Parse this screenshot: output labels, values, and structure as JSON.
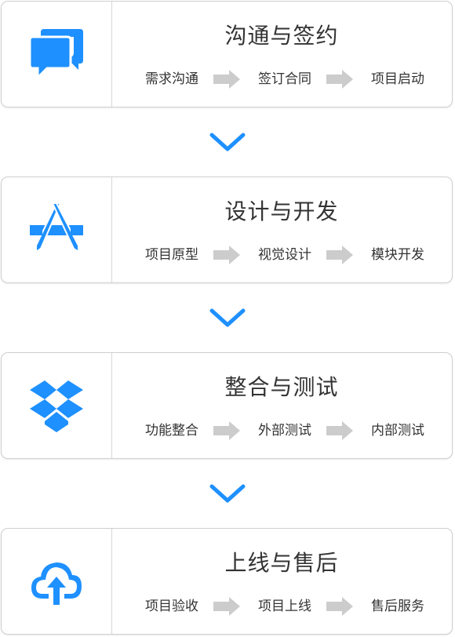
{
  "colors": {
    "accent": "#1e90ff",
    "step_arrow": "#cccccc",
    "border": "#cfcfcf",
    "text": "#333333"
  },
  "stages": [
    {
      "icon": "chat-bubbles-icon",
      "title": "沟通与签约",
      "steps": [
        "需求沟通",
        "签订合同",
        "项目启动"
      ]
    },
    {
      "icon": "app-store-icon",
      "title": "设计与开发",
      "steps": [
        "项目原型",
        "视觉设计",
        "模块开发"
      ]
    },
    {
      "icon": "dropbox-icon",
      "title": "整合与测试",
      "steps": [
        "功能整合",
        "外部测试",
        "内部测试"
      ]
    },
    {
      "icon": "cloud-upload-icon",
      "title": "上线与售后",
      "steps": [
        "项目验收",
        "项目上线",
        "售后服务"
      ]
    }
  ]
}
